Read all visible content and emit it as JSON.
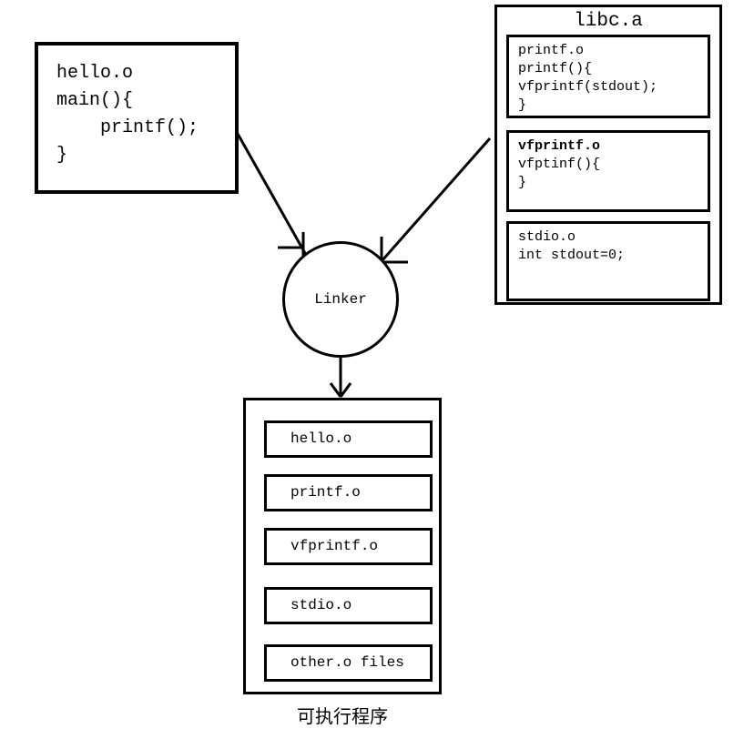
{
  "hello_box": {
    "lines": [
      "hello.o",
      "main(){",
      "    printf();",
      "}"
    ]
  },
  "libc_box": {
    "title": "libc.a",
    "members": [
      {
        "lines": [
          "printf.o",
          "printf(){",
          "vfprintf(stdout);",
          "}"
        ]
      },
      {
        "lines": [
          "vfprintf.o",
          "vfptinf(){",
          "}"
        ]
      },
      {
        "lines": [
          "stdio.o",
          "int stdout=0;"
        ]
      }
    ]
  },
  "linker": {
    "label": "Linker"
  },
  "output_box": {
    "items": [
      "hello.o",
      "printf.o",
      "vfprintf.o",
      "stdio.o",
      "other.o files"
    ],
    "caption": "可执行程序"
  },
  "colors": {
    "line": "#000000",
    "background": "#ffffff"
  }
}
